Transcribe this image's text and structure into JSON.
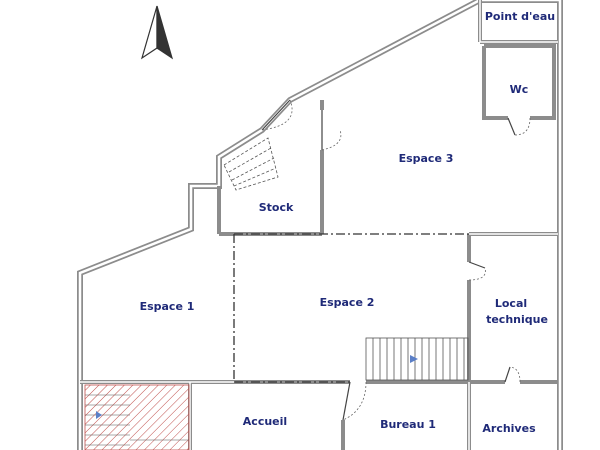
{
  "colors": {
    "wall": "#8c8c8c",
    "wall_inner": "#ffffff",
    "label": "#1f2a78",
    "partition": "#333333",
    "hatch": "#c0504d",
    "arrow": "#5b7fc7"
  },
  "icons": {
    "north_arrow": "north-arrow-icon"
  },
  "rooms": {
    "point_eau": "Point d'eau",
    "wc": "Wc",
    "espace3": "Espace 3",
    "stock": "Stock",
    "espace1": "Espace 1",
    "espace2": "Espace 2",
    "local_technique_line1": "Local",
    "local_technique_line2": "technique",
    "accueil": "Accueil",
    "bureau1": "Bureau 1",
    "archives": "Archives"
  }
}
